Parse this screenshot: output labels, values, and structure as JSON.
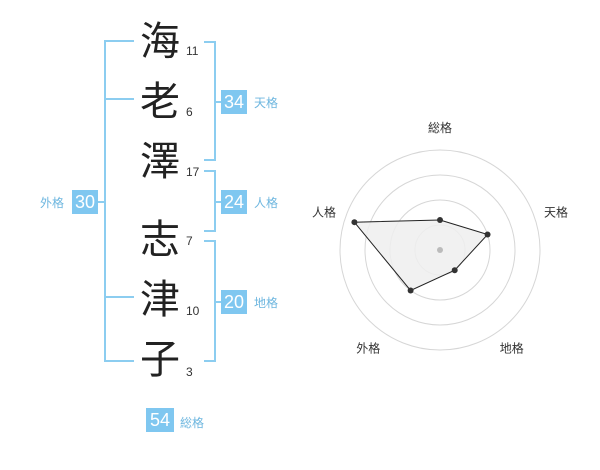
{
  "name_chars": [
    {
      "char": "海",
      "strokes": "11"
    },
    {
      "char": "老",
      "strokes": "6"
    },
    {
      "char": "澤",
      "strokes": "17"
    },
    {
      "char": "志",
      "strokes": "7"
    },
    {
      "char": "津",
      "strokes": "10"
    },
    {
      "char": "子",
      "strokes": "3"
    }
  ],
  "fortunes": {
    "tenkaku": {
      "value": "34",
      "label": "天格"
    },
    "jinkaku": {
      "value": "24",
      "label": "人格"
    },
    "chikaku": {
      "value": "20",
      "label": "地格"
    },
    "gaikaku": {
      "value": "30",
      "label": "外格"
    },
    "soukaku": {
      "value": "54",
      "label": "総格"
    }
  },
  "colors": {
    "accent": "#7fc7f0",
    "bracket": "#8ccdf0",
    "label": "#6db6df"
  },
  "chart_data": {
    "type": "radar",
    "axes": [
      "総格",
      "天格",
      "地格",
      "外格",
      "人格"
    ],
    "values": [
      0.3,
      0.5,
      0.25,
      0.5,
      0.9
    ],
    "rings": 4,
    "grid": true
  }
}
